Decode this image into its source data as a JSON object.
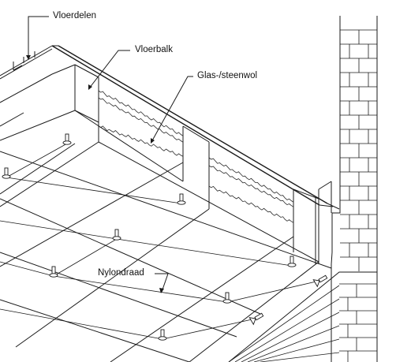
{
  "labels": {
    "floor_boards": "Vloerdelen",
    "floor_joist": "Vloerbalk",
    "insulation": "Glas-/steenwol",
    "nylon_cord": "Nylondraad"
  },
  "colors": {
    "line": "#1a1a1a",
    "background": "#ffffff"
  }
}
